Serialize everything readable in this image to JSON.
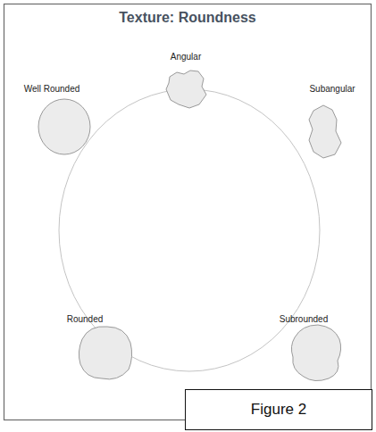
{
  "diagram": {
    "title": "Texture: Roundness",
    "nodes": [
      {
        "text": [
          "Figure 2"
        ]
      }
    ],
    "labels": [
      "Angular",
      "Subangular",
      "Well Rounded",
      "Rounded",
      "Subrounded"
    ]
  }
}
